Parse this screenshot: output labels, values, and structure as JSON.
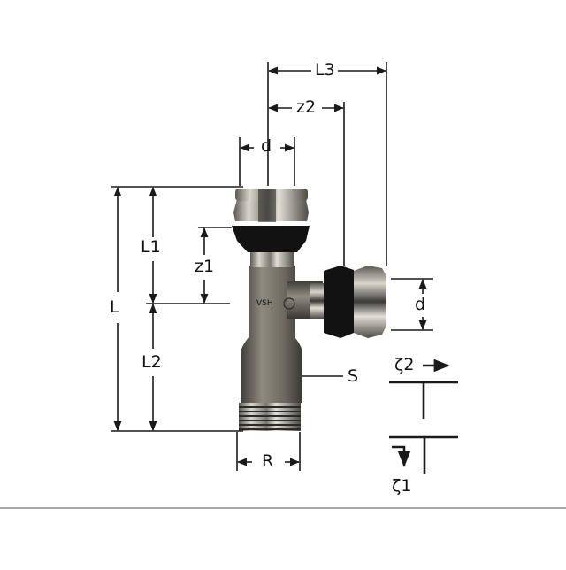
{
  "diagram": {
    "type": "technical-drawing",
    "subject": "tee fitting with threaded male outlet",
    "labels": {
      "L3": "L3",
      "z2": "z2",
      "d_top": "d",
      "L1": "L1",
      "z1": "z1",
      "L": "L",
      "L2": "L2",
      "R": "R",
      "S": "S",
      "d_side": "d",
      "zeta2": "ζ2",
      "zeta1": "ζ1"
    },
    "colors": {
      "line": "#1a1a1a",
      "body_metal": "#6e6a62",
      "black_ring": "#111111",
      "chrome": "#c9c6bd",
      "separator": "#8a8a8a"
    }
  }
}
